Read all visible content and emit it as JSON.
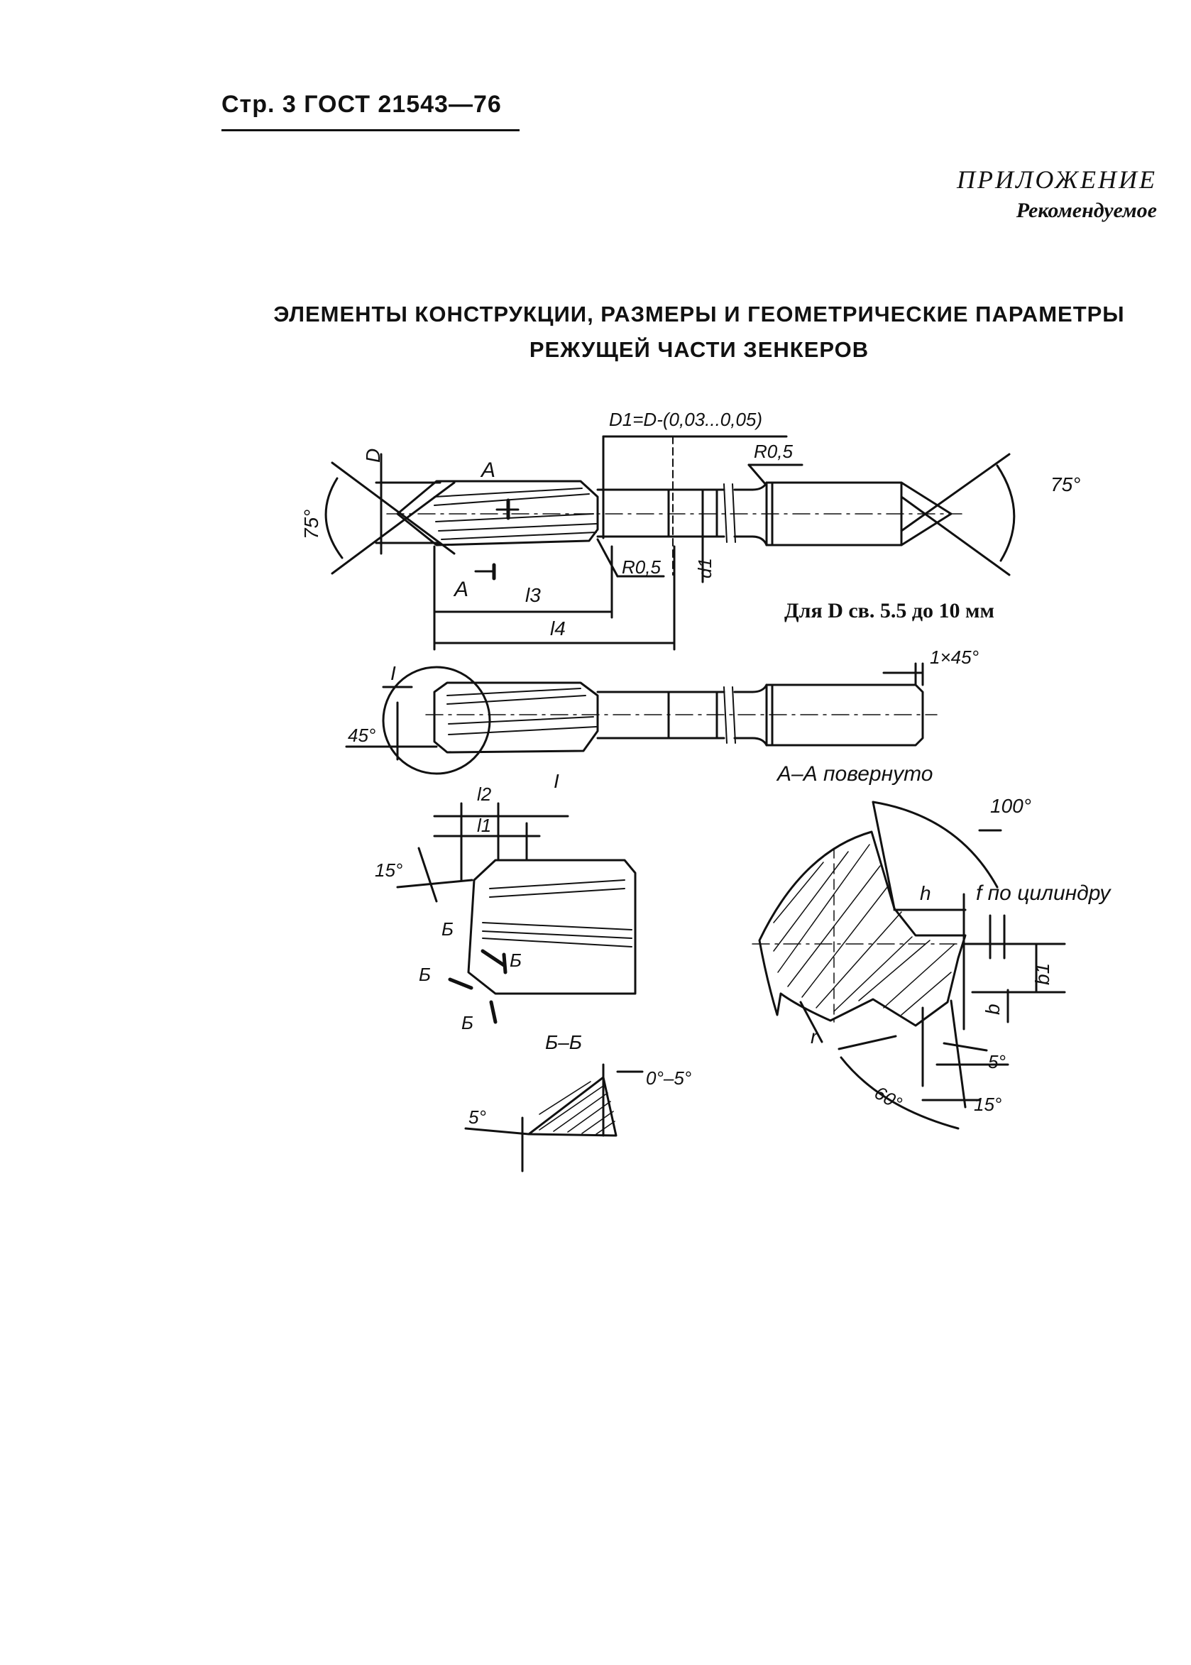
{
  "header": {
    "page_ref": "Стр. 3 ГОСТ 21543—76"
  },
  "appendix": {
    "title": "ПРИЛОЖЕНИЕ",
    "subtitle": "Рекомендуемое"
  },
  "title": {
    "line1": "ЭЛЕМЕНТЫ КОНСТРУКЦИИ, РАЗМЕРЫ И ГЕОМЕТРИЧЕСКИЕ ПАРАМЕТРЫ",
    "line2": "РЕЖУЩЕЙ ЧАСТИ ЗЕНКЕРОВ"
  },
  "drawing": {
    "formula_d1": "D1=D-(0,03...0,05)",
    "dim_D": "D",
    "label_A_top": "A",
    "angle_75_left": "75°",
    "angle_75_right": "75°",
    "radius_top": "R0,5",
    "radius_bottom": "R0,5",
    "dim_d1": "d1",
    "section_A": "A",
    "dim_l3": "l3",
    "dim_l4": "l4",
    "note_range": "Для D св. 5.5 до 10 мм",
    "chamfer": "1×45°",
    "detail_I_top": "I",
    "angle_45": "45°",
    "detail_I_bottom": "I",
    "section_AA": "А–А  повернуто",
    "dim_l2": "l2",
    "dim_l1": "l1",
    "angle_15_detail": "15°",
    "label_B1": "Б",
    "label_B2": "Б",
    "label_B3": "Б",
    "label_B4": "Б",
    "section_BB": "Б–Б",
    "angle_0_5": "0°–5°",
    "angle_5_bb": "5°",
    "angle_100": "100°",
    "dim_h": "h",
    "f_cyl": "f по цилиндру",
    "dim_b1": "b1",
    "dim_b": "b",
    "dim_r": "r",
    "angle_5_sec": "5°",
    "angle_60": "60°",
    "angle_15_sec": "15°"
  }
}
